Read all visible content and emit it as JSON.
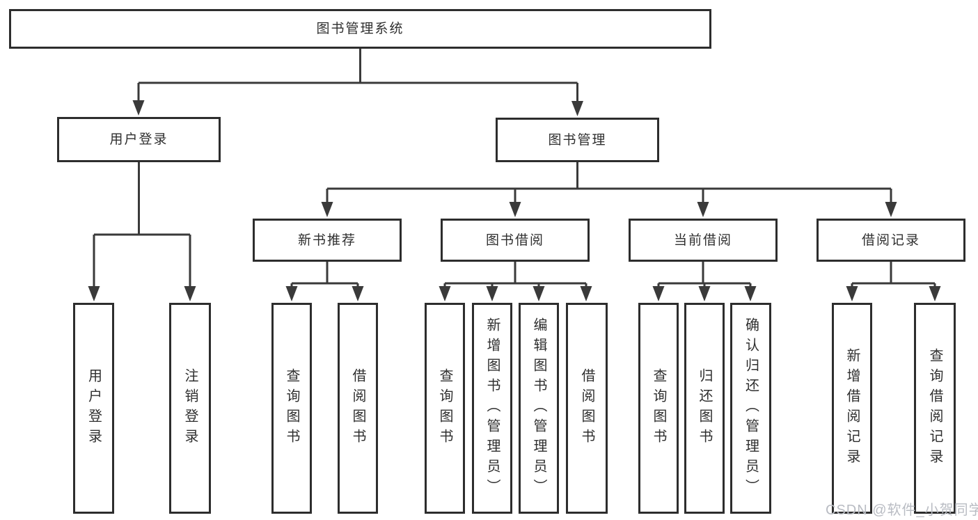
{
  "diagram": {
    "root_label": "图书管理系统",
    "branches": [
      {
        "label": "用户登录",
        "leaves": [
          "用户登录",
          "注销登录"
        ]
      },
      {
        "label": "图书管理",
        "sections": [
          {
            "label": "新书推荐",
            "leaves": [
              "查询图书",
              "借阅图书"
            ]
          },
          {
            "label": "图书借阅",
            "leaves": [
              "查询图书",
              "新增图书（管理员）",
              "编辑图书（管理员）",
              "借阅图书"
            ]
          },
          {
            "label": "当前借阅",
            "leaves": [
              "查询图书",
              "归还图书",
              "确认归还（管理员）"
            ]
          },
          {
            "label": "借阅记录",
            "leaves": [
              "新增借阅记录",
              "查询借阅记录"
            ]
          }
        ]
      }
    ]
  },
  "watermark": {
    "text": "CSDN @软件_小贺同学"
  },
  "colors": {
    "background": "#ffffff",
    "box_border": "#2d2d2d",
    "connector_line": "#3a3a3a",
    "text": "#2f2f2f",
    "watermark": "#b9bcc3"
  }
}
